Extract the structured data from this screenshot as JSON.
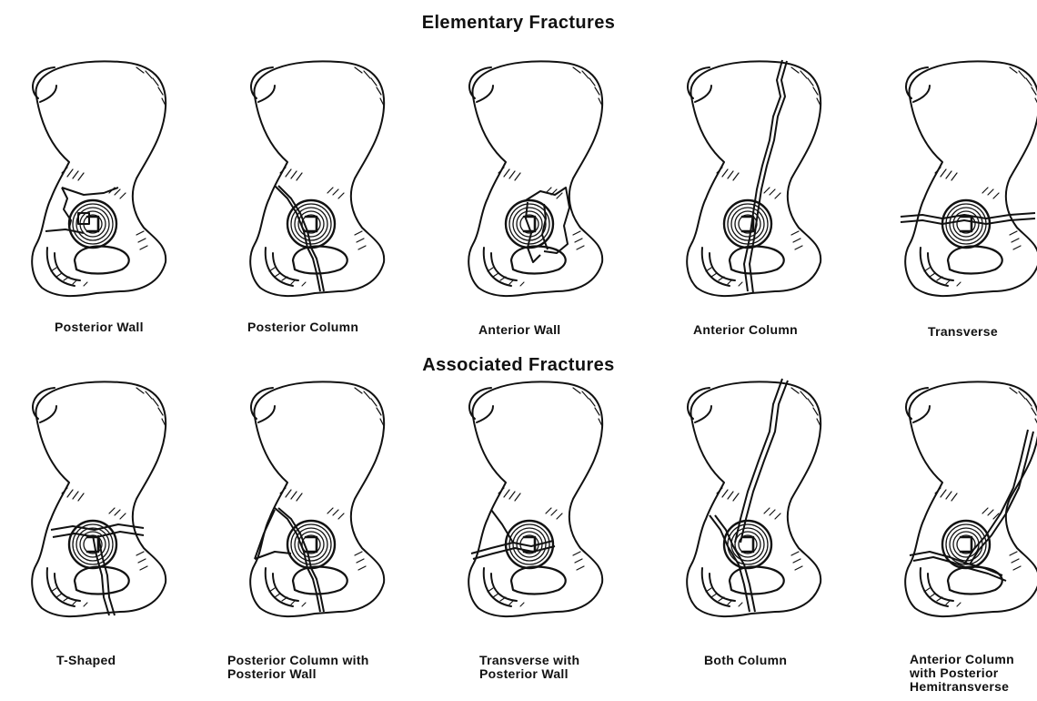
{
  "sections": {
    "elementary": {
      "title": "Elementary Fractures",
      "figures": [
        {
          "id": "posterior-wall",
          "lines": [
            "Posterior Wall"
          ]
        },
        {
          "id": "posterior-column",
          "lines": [
            "Posterior Column"
          ]
        },
        {
          "id": "anterior-wall",
          "lines": [
            "Anterior Wall"
          ]
        },
        {
          "id": "anterior-column",
          "lines": [
            "Anterior Column"
          ]
        },
        {
          "id": "transverse",
          "lines": [
            "Transverse"
          ]
        }
      ]
    },
    "associated": {
      "title": "Associated Fractures",
      "figures": [
        {
          "id": "t-shaped",
          "lines": [
            "T-Shaped"
          ]
        },
        {
          "id": "posterior-column-with-posterior-wall",
          "lines": [
            "Posterior Column with",
            "Posterior Wall"
          ]
        },
        {
          "id": "transverse-with-posterior-wall",
          "lines": [
            "Transverse with",
            "Posterior Wall"
          ]
        },
        {
          "id": "both-column",
          "lines": [
            "Both Column"
          ]
        },
        {
          "id": "anterior-column-with-posterior-hemitransverse",
          "lines": [
            "Anterior Column",
            "with Posterior",
            "Hemitransverse"
          ]
        }
      ]
    }
  }
}
